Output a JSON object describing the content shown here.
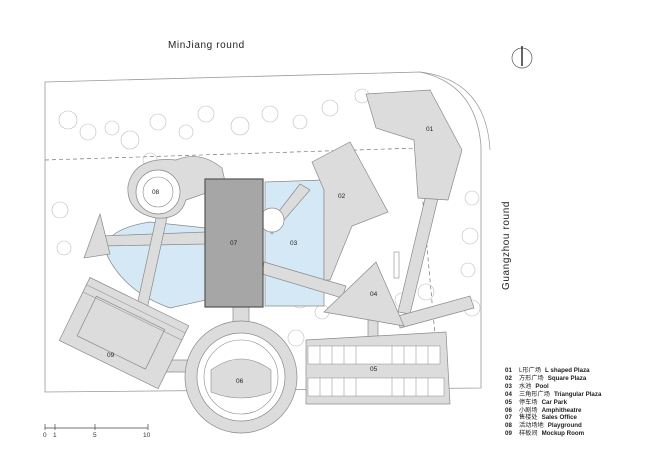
{
  "roads": {
    "top": "MinJiang round",
    "right": "Guangzhou round"
  },
  "zones": [
    {
      "id": "01"
    },
    {
      "id": "02"
    },
    {
      "id": "03"
    },
    {
      "id": "04"
    },
    {
      "id": "05"
    },
    {
      "id": "06"
    },
    {
      "id": "07"
    },
    {
      "id": "08"
    },
    {
      "id": "09"
    }
  ],
  "legend": [
    {
      "num": "01",
      "cn": "L形广场",
      "en": "L shaped Plaza"
    },
    {
      "num": "02",
      "cn": "方形广场",
      "en": "Square Plaza"
    },
    {
      "num": "03",
      "cn": "水池",
      "en": "Pool"
    },
    {
      "num": "04",
      "cn": "三角形广场",
      "en": "Triangular Plaza"
    },
    {
      "num": "05",
      "cn": "停车场",
      "en": "Car Park"
    },
    {
      "num": "06",
      "cn": "小剧场",
      "en": "Amphitheatre"
    },
    {
      "num": "07",
      "cn": "售楼处",
      "en": "Sales Office"
    },
    {
      "num": "08",
      "cn": "活动场地",
      "en": "Playground"
    },
    {
      "num": "09",
      "cn": "样板间",
      "en": "Mockup Room"
    }
  ],
  "scale": {
    "ticks": [
      "0",
      "1",
      "5",
      "10"
    ]
  },
  "colors": {
    "paving": "#dcdcdc",
    "building": "#a6a6a6",
    "water": "#d4e9f5",
    "line": "#8a8a8a"
  }
}
